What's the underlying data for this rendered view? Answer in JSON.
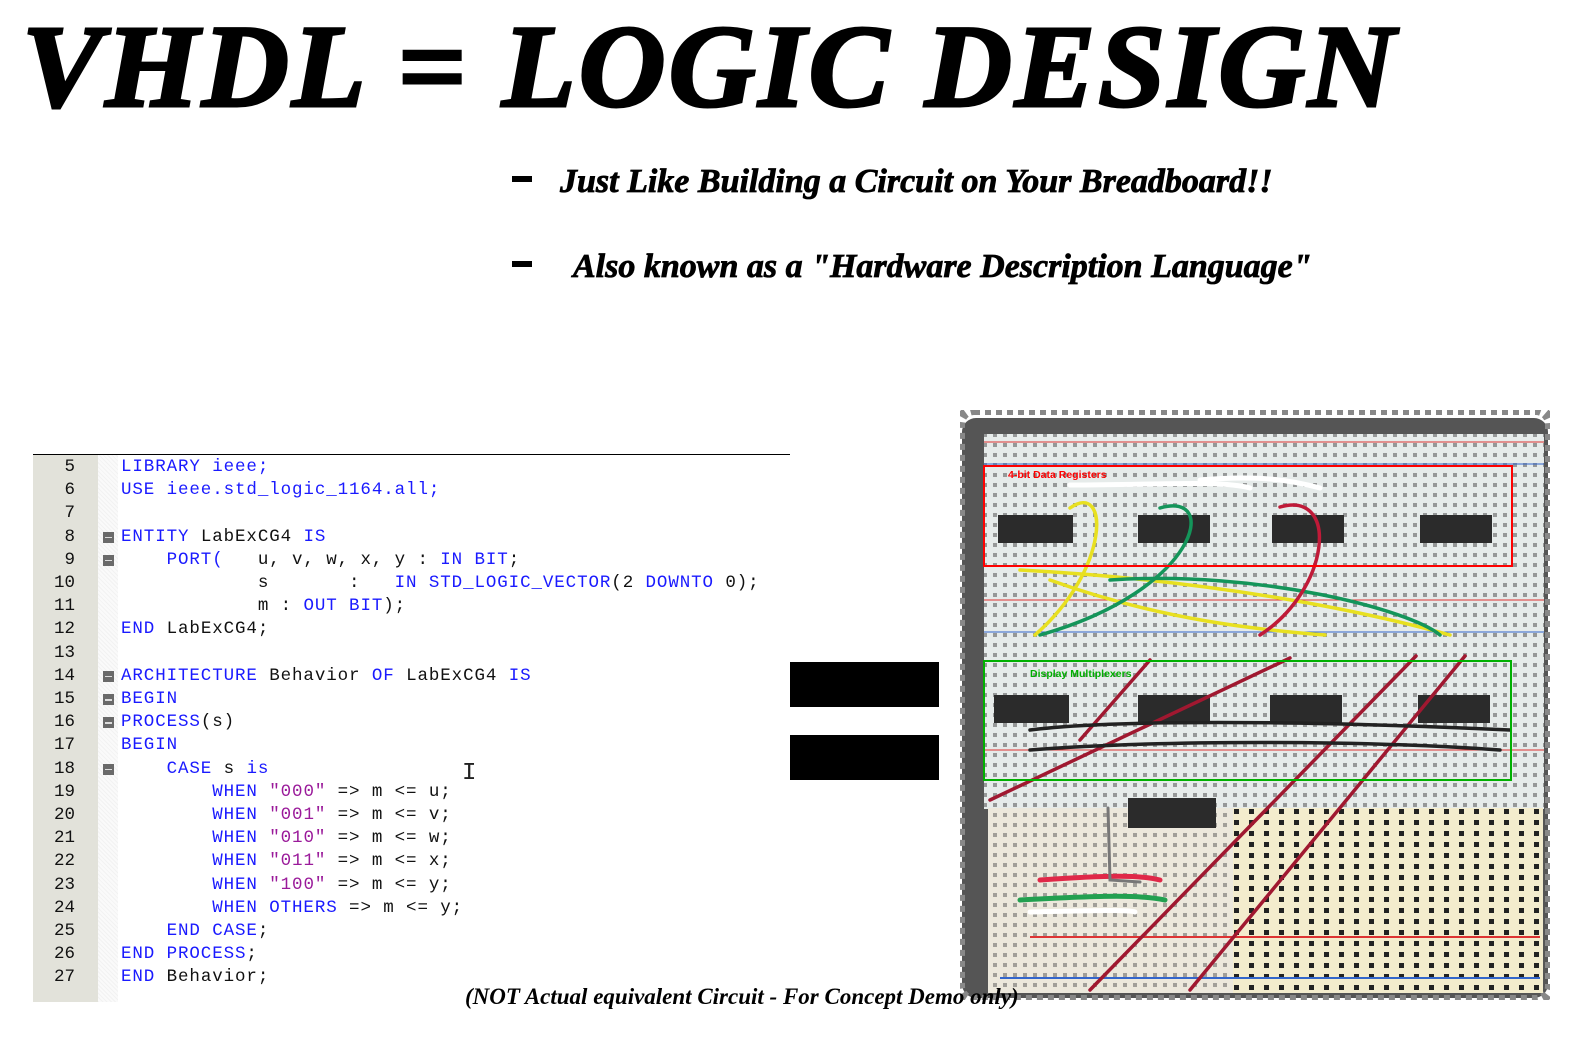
{
  "slide": {
    "title": "VHDL = LOGIC DESIGN",
    "bullets": [
      "Just Like Building a Circuit on Your Breadboard!!",
      "Also known as a \"Hardware Description Language\""
    ],
    "caption": "(NOT Actual equivalent Circuit - For Concept Demo only)"
  },
  "code": {
    "lines": [
      {
        "n": "5",
        "fold": false,
        "t": [
          [
            "LIBRARY ieee;",
            "kw"
          ]
        ]
      },
      {
        "n": "6",
        "fold": false,
        "t": [
          [
            "USE ieee.std_logic_1164.all;",
            "kw"
          ]
        ]
      },
      {
        "n": "7",
        "fold": false,
        "t": []
      },
      {
        "n": "8",
        "fold": true,
        "t": [
          [
            "ENTITY",
            "kw"
          ],
          [
            " LabExCG4 ",
            "pl"
          ],
          [
            "IS",
            "kw"
          ]
        ]
      },
      {
        "n": "9",
        "fold": true,
        "t": [
          [
            "    PORT(",
            "kw"
          ],
          [
            "   u, v, w, x, y : ",
            "pl"
          ],
          [
            "IN BIT",
            "kw"
          ],
          [
            ";",
            "pl"
          ]
        ]
      },
      {
        "n": "10",
        "fold": false,
        "t": [
          [
            "            s       :   ",
            "pl"
          ],
          [
            "IN STD_LOGIC_VECTOR",
            "kw"
          ],
          [
            "(2 ",
            "pl"
          ],
          [
            "DOWNTO",
            "kw"
          ],
          [
            " 0);",
            "pl"
          ]
        ]
      },
      {
        "n": "11",
        "fold": false,
        "t": [
          [
            "            m : ",
            "pl"
          ],
          [
            "OUT BIT",
            "kw"
          ],
          [
            ");",
            "pl"
          ]
        ]
      },
      {
        "n": "12",
        "fold": false,
        "t": [
          [
            "END",
            "kw"
          ],
          [
            " LabExCG4;",
            "pl"
          ]
        ]
      },
      {
        "n": "13",
        "fold": false,
        "t": []
      },
      {
        "n": "14",
        "fold": true,
        "t": [
          [
            "ARCHITECTURE",
            "kw"
          ],
          [
            " Behavior ",
            "pl"
          ],
          [
            "OF",
            "kw"
          ],
          [
            " LabExCG4 ",
            "pl"
          ],
          [
            "IS",
            "kw"
          ]
        ]
      },
      {
        "n": "15",
        "fold": true,
        "t": [
          [
            "BEGIN",
            "kw"
          ]
        ]
      },
      {
        "n": "16",
        "fold": true,
        "t": [
          [
            "PROCESS",
            "kw"
          ],
          [
            "(s)",
            "pl"
          ]
        ]
      },
      {
        "n": "17",
        "fold": false,
        "t": [
          [
            "BEGIN",
            "kw"
          ]
        ]
      },
      {
        "n": "18",
        "fold": true,
        "t": [
          [
            "    CASE",
            "kw"
          ],
          [
            " s ",
            "pl"
          ],
          [
            "is",
            "kw"
          ]
        ]
      },
      {
        "n": "19",
        "fold": false,
        "t": [
          [
            "        WHEN ",
            "kw"
          ],
          [
            "\"000\"",
            "str"
          ],
          [
            " => m <= u;",
            "pl"
          ]
        ]
      },
      {
        "n": "20",
        "fold": false,
        "t": [
          [
            "        WHEN ",
            "kw"
          ],
          [
            "\"001\"",
            "str"
          ],
          [
            " => m <= v;",
            "pl"
          ]
        ]
      },
      {
        "n": "21",
        "fold": false,
        "t": [
          [
            "        WHEN ",
            "kw"
          ],
          [
            "\"010\"",
            "str"
          ],
          [
            " => m <= w;",
            "pl"
          ]
        ]
      },
      {
        "n": "22",
        "fold": false,
        "t": [
          [
            "        WHEN ",
            "kw"
          ],
          [
            "\"011\"",
            "str"
          ],
          [
            " => m <= x;",
            "pl"
          ]
        ]
      },
      {
        "n": "23",
        "fold": false,
        "t": [
          [
            "        WHEN ",
            "kw"
          ],
          [
            "\"100\"",
            "str"
          ],
          [
            " => m <= y;",
            "pl"
          ]
        ]
      },
      {
        "n": "24",
        "fold": false,
        "t": [
          [
            "        WHEN OTHERS",
            "kw"
          ],
          [
            " => m <= y;",
            "pl"
          ]
        ]
      },
      {
        "n": "25",
        "fold": false,
        "t": [
          [
            "    END CASE",
            "kw"
          ],
          [
            ";",
            "pl"
          ]
        ]
      },
      {
        "n": "26",
        "fold": false,
        "t": [
          [
            "END PROCESS",
            "kw"
          ],
          [
            ";",
            "pl"
          ]
        ]
      },
      {
        "n": "27",
        "fold": false,
        "t": [
          [
            "END",
            "kw"
          ],
          [
            " Behavior;",
            "pl"
          ]
        ]
      }
    ]
  },
  "breadboard": {
    "labels": {
      "registers": "4-bit Data Registers",
      "multiplexers": "Display Multiplexers"
    },
    "colors": {
      "registers_box": "#ff0000",
      "multiplexers_box": "#00b000",
      "keyword": "#1a1aff",
      "string": "#9a1a9a"
    }
  }
}
